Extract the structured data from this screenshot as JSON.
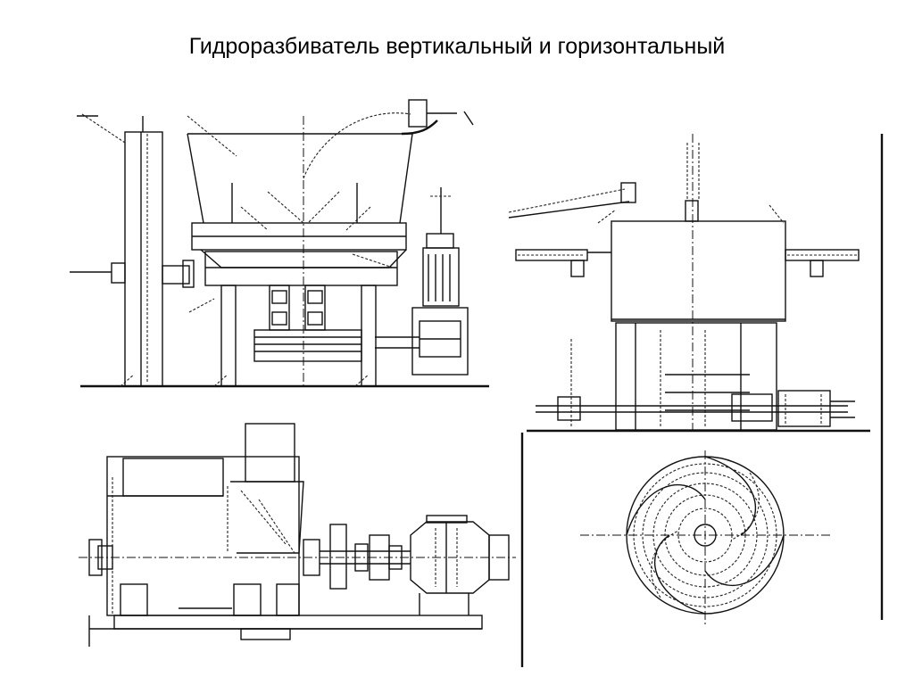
{
  "slide": {
    "title": "Гидроразбиватель вертикальный и горизонтальный"
  },
  "drawings": [
    {
      "icon": "vertical-hydropulper-drawing"
    },
    {
      "icon": "horizontal-hydropulper-side-drawing"
    },
    {
      "icon": "horizontal-hydropulper-front-drawing"
    },
    {
      "icon": "rotor-disc-drawing"
    }
  ]
}
